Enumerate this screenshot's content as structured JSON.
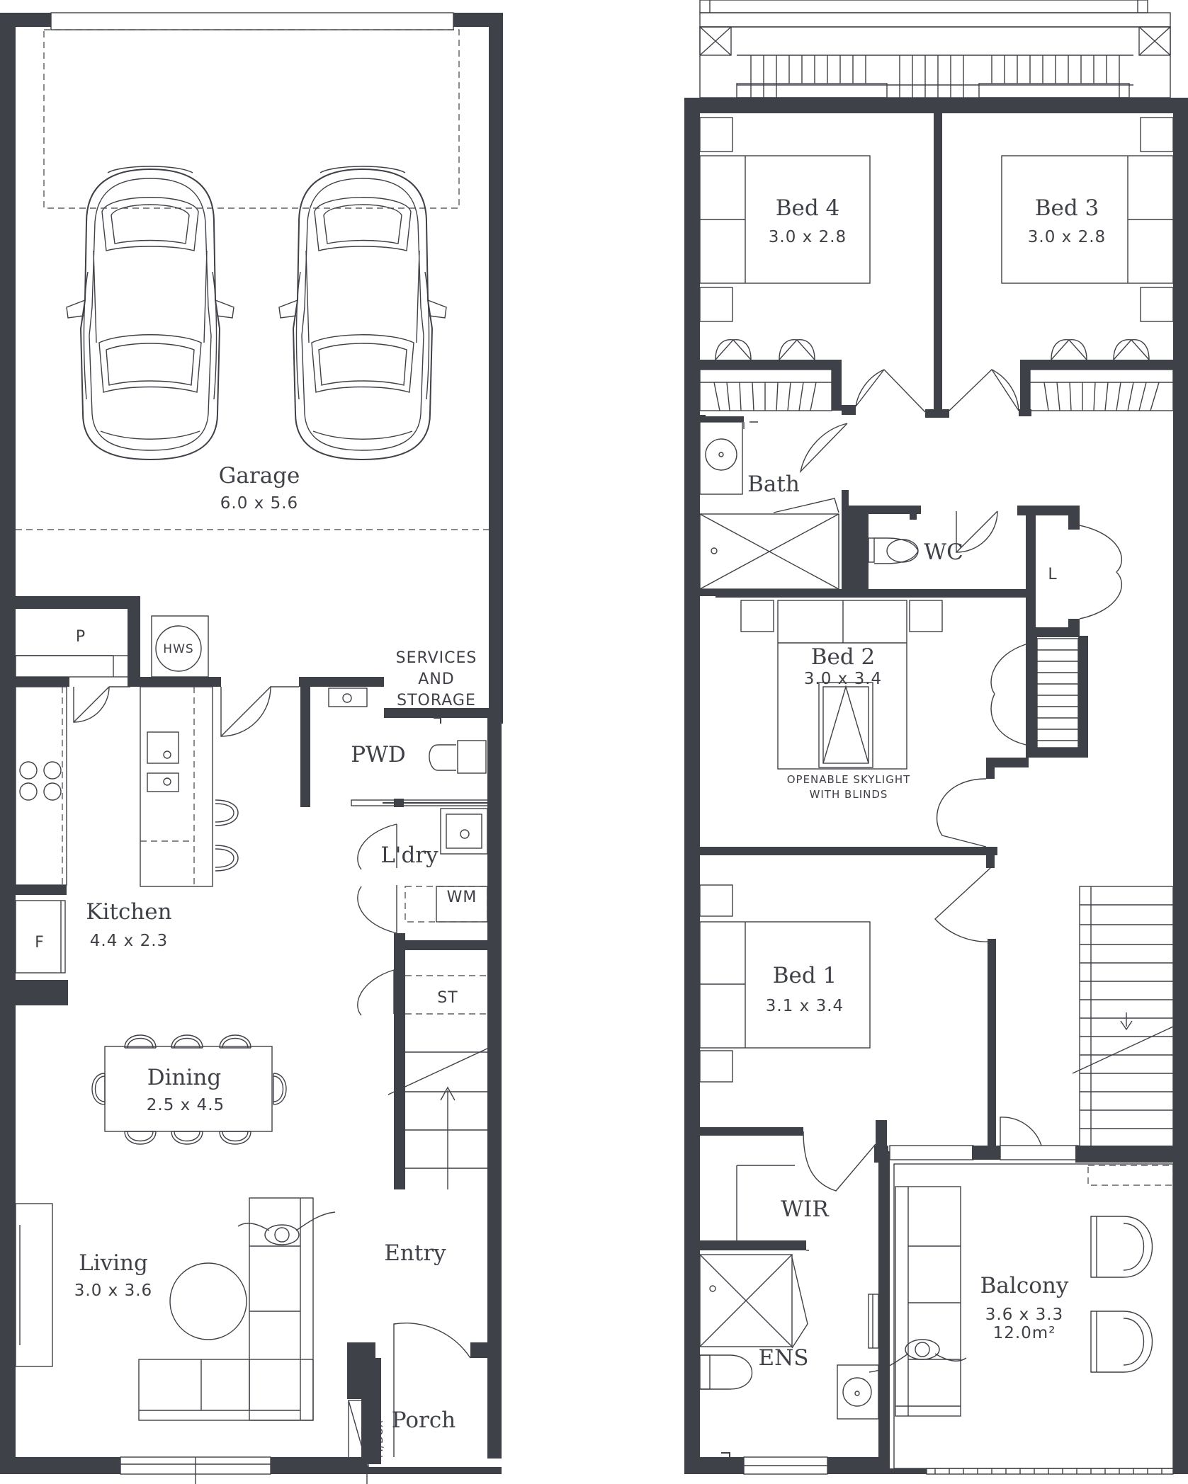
{
  "ground_floor": {
    "garage": {
      "name": "Garage",
      "size": "6.0 x 5.6"
    },
    "pantry": {
      "label": "P"
    },
    "hot_water": {
      "label": "HWS"
    },
    "services": {
      "line1": "SERVICES",
      "line2": "AND",
      "line3": "STORAGE"
    },
    "powder": {
      "name": "PWD"
    },
    "laundry": {
      "name": "L'dry"
    },
    "washer": {
      "label": "WM"
    },
    "store": {
      "label": "ST"
    },
    "kitchen": {
      "name": "Kitchen",
      "size": "4.4 x 2.3"
    },
    "fridge": {
      "label": "F"
    },
    "dining": {
      "name": "Dining",
      "size": "2.5 x 4.5"
    },
    "living": {
      "name": "Living",
      "size": "3.0 x 3.6"
    },
    "entry": {
      "name": "Entry"
    },
    "porch": {
      "name": "Porch"
    },
    "meterbox": {
      "label": "M/BOX"
    }
  },
  "first_floor": {
    "bed4": {
      "name": "Bed 4",
      "size": "3.0 x 2.8"
    },
    "bed3": {
      "name": "Bed 3",
      "size": "3.0 x 2.8"
    },
    "bath": {
      "name": "Bath"
    },
    "wc": {
      "name": "WC"
    },
    "linen": {
      "label": "L"
    },
    "bed2": {
      "name": "Bed 2",
      "size": "3.0 x 3.4",
      "skylight_line1": "OPENABLE SKYLIGHT",
      "skylight_line2": "WITH BLINDS"
    },
    "bed1": {
      "name": "Bed 1",
      "size": "3.1 x 3.4"
    },
    "wir": {
      "name": "WIR"
    },
    "ensuite": {
      "name": "ENS"
    },
    "balcony": {
      "name": "Balcony",
      "size": "3.6 x 3.3",
      "area": "12.0m²"
    }
  }
}
